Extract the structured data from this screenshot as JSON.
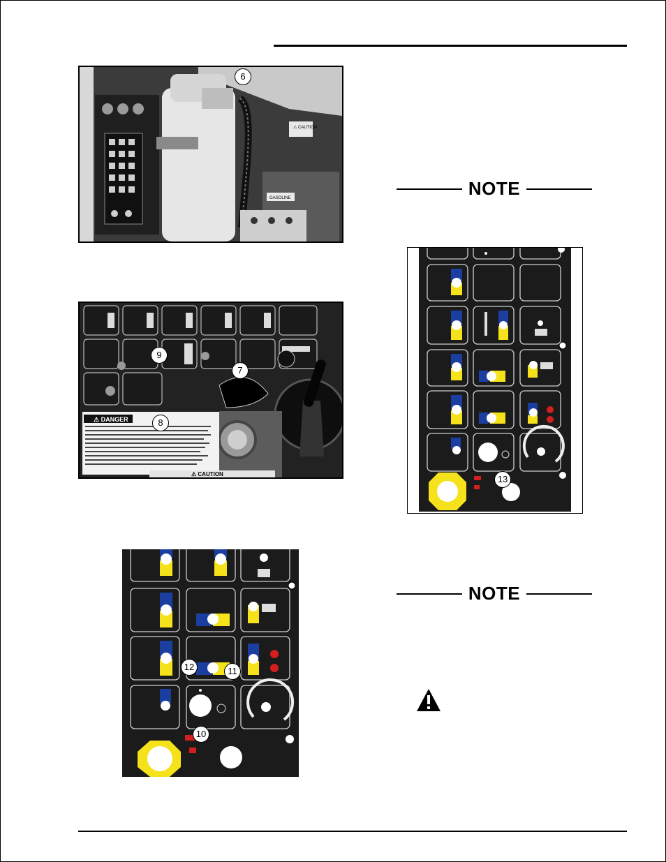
{
  "notes": [
    {
      "label": "NOTE"
    },
    {
      "label": "NOTE"
    }
  ],
  "callouts": {
    "photo1": [
      "6"
    ],
    "photo2": [
      "9",
      "7",
      "8"
    ],
    "panel_left": [
      "12",
      "11",
      "10"
    ],
    "panel_right": [
      "13"
    ]
  },
  "photo1_labels": {
    "caution": "⚠ CAUTION",
    "gasoline": "GASOLINE"
  },
  "photo2_labels": {
    "danger": "⚠ DANGER",
    "caution": "⚠ CAUTION"
  },
  "colors": {
    "yellow": "#f6e21b",
    "blue": "#1b3fa0",
    "red": "#d21f1f",
    "panel": "#1b1b1b"
  },
  "icons": [
    "warning-triangle-icon",
    "emergency-stop-button",
    "throttle-dial-icon"
  ]
}
